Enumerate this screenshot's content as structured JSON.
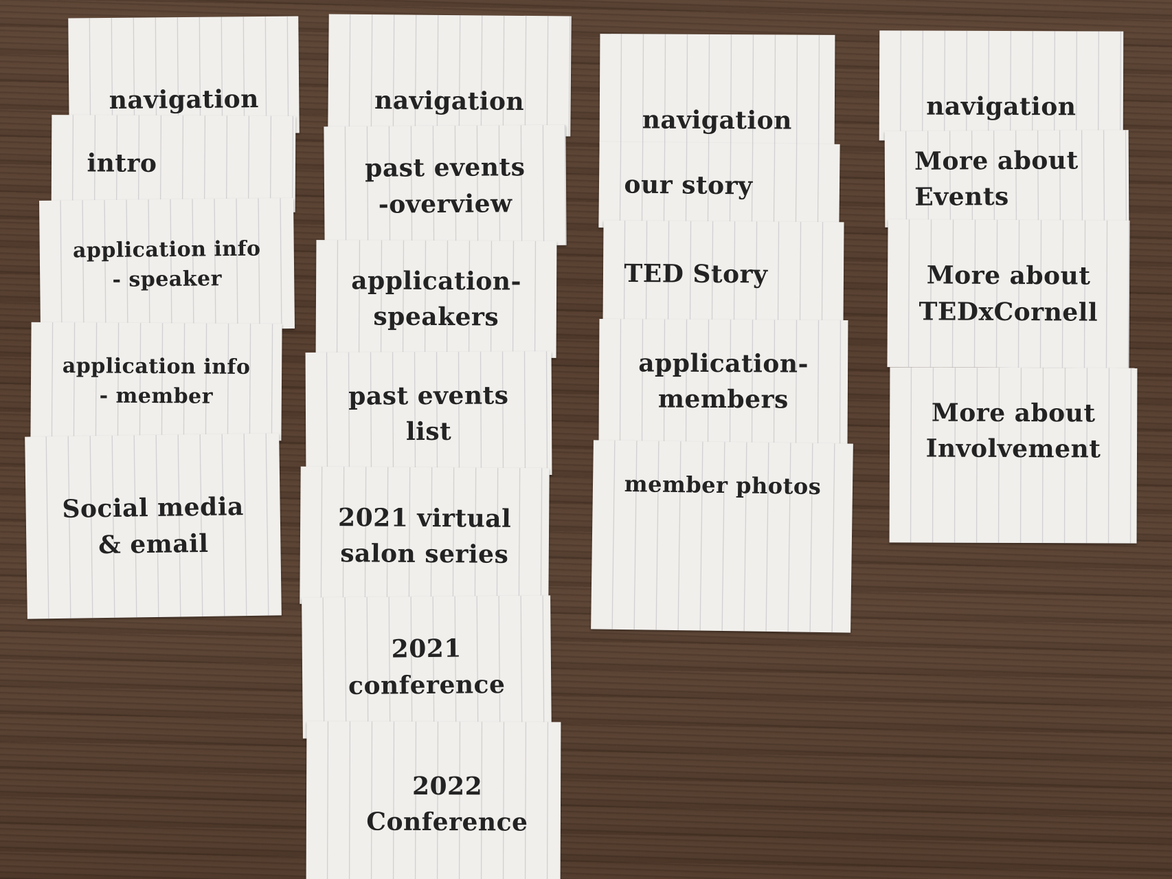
{
  "columns": [
    {
      "cards": [
        {
          "text": "navigation"
        },
        {
          "text": "intro"
        },
        {
          "text": "application info\n- speaker"
        },
        {
          "text": "application info\n- member"
        },
        {
          "text": "Social media\n& email"
        }
      ]
    },
    {
      "cards": [
        {
          "text": "navigation"
        },
        {
          "text": "past events\n-overview"
        },
        {
          "text": "application-\nspeakers"
        },
        {
          "text": "past events\nlist"
        },
        {
          "text": "2021 virtual\nsalon series"
        },
        {
          "text": "2021\nconference"
        },
        {
          "text": "2022 Conference"
        }
      ]
    },
    {
      "cards": [
        {
          "text": "navigation"
        },
        {
          "text": "our story"
        },
        {
          "text": "TED Story"
        },
        {
          "text": "application-\nmembers"
        },
        {
          "text": "member photos"
        }
      ]
    },
    {
      "cards": [
        {
          "text": "navigation"
        },
        {
          "text": "More about\nEvents"
        },
        {
          "text": "More about\nTEDxCornell"
        },
        {
          "text": "More about\nInvolvement"
        }
      ]
    }
  ]
}
